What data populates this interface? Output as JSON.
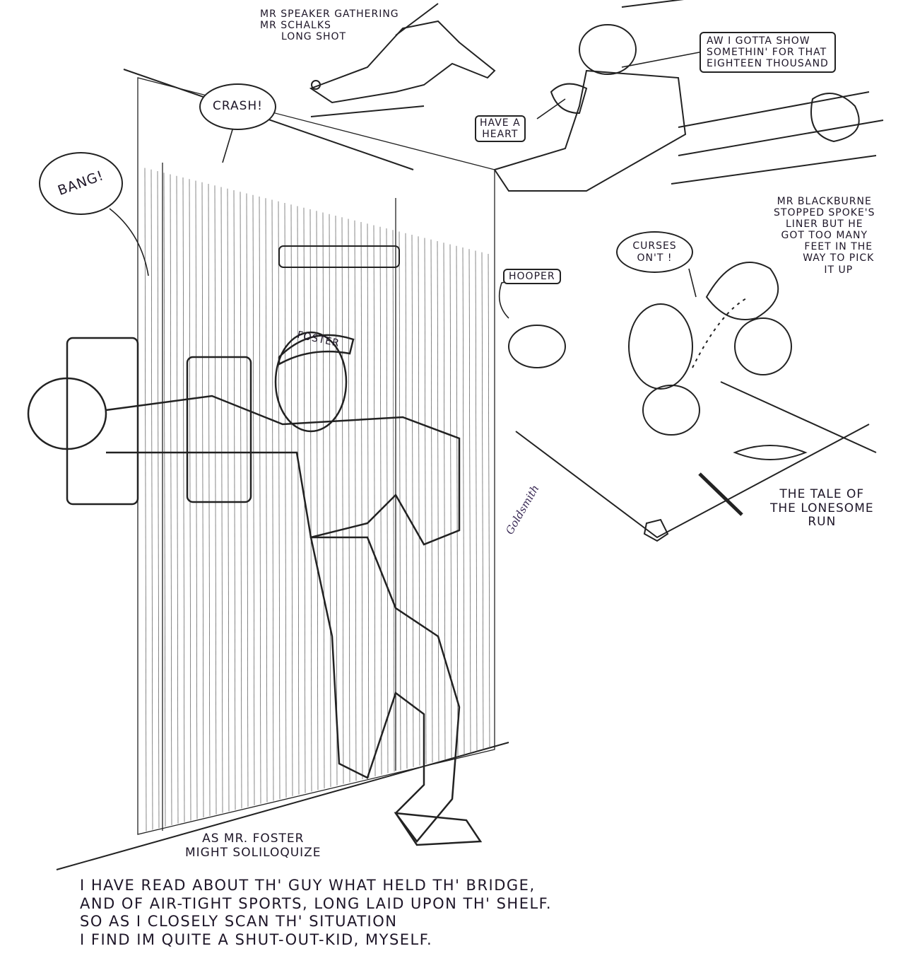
{
  "captions": {
    "speaker": [
      "MR SPEAKER GATHERING",
      "MR SCHALKS",
      "LONG SHOT"
    ],
    "blackburne": [
      "MR BLACKBURNE",
      "STOPPED SPOKE'S",
      "LINER BUT HE",
      "GOT TOO MANY",
      "FEET IN THE",
      "WAY TO PICK",
      "IT UP"
    ],
    "lonesome_run": [
      "THE TALE OF",
      "THE LONESOME",
      "RUN"
    ],
    "foster_title": [
      "AS MR. FOSTER",
      "MIGHT SOLILOQUIZE"
    ]
  },
  "speech": {
    "crash": "CRASH!",
    "bang": "BANG!",
    "aw": [
      "AW I GOTTA SHOW",
      "SOMETHIN' FOR THAT",
      "EIGHTEEN THOUSAND"
    ],
    "have_a_heart": [
      "HAVE A",
      "HEART"
    ],
    "curses": [
      "CURSES",
      "ON'T !"
    ],
    "hooper": "HOOPER"
  },
  "cap_label": "FOSTER",
  "poem": [
    "I HAVE READ ABOUT TH' GUY WHAT HELD TH' BRIDGE,",
    "AND OF AIR-TIGHT SPORTS, LONG LAID UPON TH' SHELF.",
    "SO AS I CLOSELY SCAN TH' SITUATION",
    "I FIND IM QUITE A SHUT-OUT-KID, MYSELF."
  ],
  "signature": "Goldsmith",
  "colors": {
    "ink": "#1e1628",
    "paper": "#ffffff"
  }
}
